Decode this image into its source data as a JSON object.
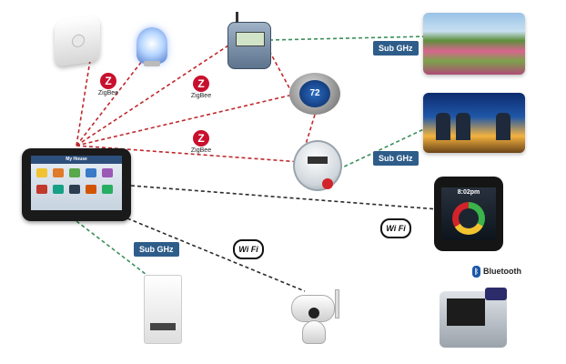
{
  "hub": {
    "title": "My House"
  },
  "thermostat": {
    "reading": "72"
  },
  "phone": {
    "time": "8:02pm"
  },
  "protocols": {
    "zigbee": "ZigBee",
    "sub_ghz": "Sub GHz",
    "wifi": "Wi Fi",
    "bluetooth": "Bluetooth"
  },
  "colors": {
    "zigbee_link": "#c0282d",
    "sub_ghz_link": "#3a8f5a",
    "wifi_link": "#2b2b2b",
    "badge": "#2f5d8a",
    "zigbee_logo": "#c8102e"
  },
  "links": [
    {
      "from": "hub",
      "to": "sensor-cube",
      "protocol": "zigbee"
    },
    {
      "from": "hub",
      "to": "smart-lamp",
      "protocol": "zigbee"
    },
    {
      "from": "hub",
      "to": "irrigation-controller",
      "protocol": "zigbee"
    },
    {
      "from": "hub",
      "to": "thermostat",
      "protocol": "zigbee"
    },
    {
      "from": "hub",
      "to": "electric-meter",
      "protocol": "zigbee"
    },
    {
      "from": "irrigation-controller",
      "to": "thermostat",
      "protocol": "zigbee"
    },
    {
      "from": "thermostat",
      "to": "electric-meter",
      "protocol": "zigbee"
    },
    {
      "from": "irrigation-controller",
      "to": "garden-photo",
      "protocol": "sub_ghz"
    },
    {
      "from": "electric-meter",
      "to": "power-plant-photo",
      "protocol": "sub_ghz"
    },
    {
      "from": "hub",
      "to": "weather-sensor",
      "protocol": "sub_ghz"
    },
    {
      "from": "hub",
      "to": "smartphone",
      "protocol": "wifi"
    },
    {
      "from": "hub",
      "to": "ip-camera",
      "protocol": "wifi"
    },
    {
      "from": "smartphone",
      "to": "bp-monitor",
      "protocol": "bluetooth"
    }
  ]
}
